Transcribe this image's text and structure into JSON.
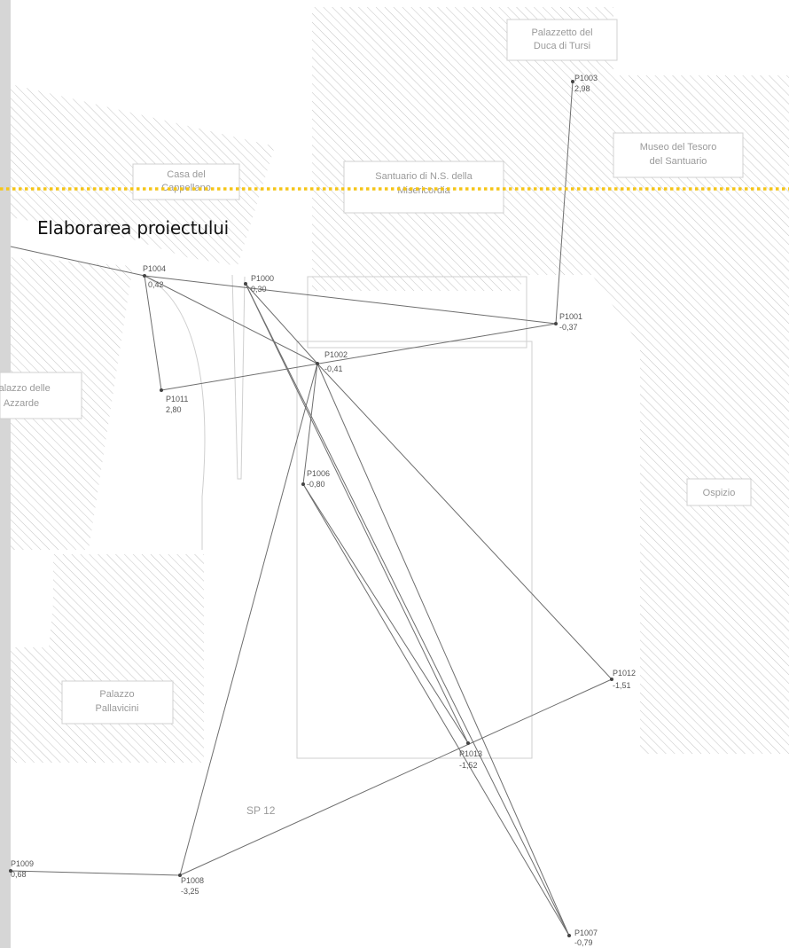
{
  "heading": "Elaborarea proiectului",
  "buildings": [
    {
      "id": "palazzetto",
      "line1": "Palazzetto del",
      "line2": "Duca di Tursi"
    },
    {
      "id": "museo",
      "line1": "Museo del Tesoro",
      "line2": "del Santuario"
    },
    {
      "id": "santuario",
      "line1": "Santuario di N.S. della",
      "line2": "Misericordia"
    },
    {
      "id": "casa",
      "line1": "Casa del",
      "line2": "Cappellano"
    },
    {
      "id": "palazzo-delle",
      "line1": "Palazzo delle",
      "line2": "Azzarde"
    },
    {
      "id": "ospizio",
      "line1": "Ospizio",
      "line2": ""
    },
    {
      "id": "pallavicini",
      "line1": "Palazzo",
      "line2": "Pallavicini"
    }
  ],
  "road_label": "SP 12",
  "points": [
    {
      "name": "P1003",
      "elev": "2,98"
    },
    {
      "name": "P1004",
      "elev": "0,42"
    },
    {
      "name": "P1000",
      "elev": "0,30"
    },
    {
      "name": "P1001",
      "elev": "-0,37"
    },
    {
      "name": "P1002",
      "elev": "-0,41"
    },
    {
      "name": "P1011",
      "elev": "2,80"
    },
    {
      "name": "P1006",
      "elev": "-0,80"
    },
    {
      "name": "P1012",
      "elev": "-1,51"
    },
    {
      "name": "P1013",
      "elev": "-1,52"
    },
    {
      "name": "P1009",
      "elev": "0,68"
    },
    {
      "name": "P1008",
      "elev": "-3,25"
    },
    {
      "name": "P1007",
      "elev": "-0,79"
    }
  ],
  "colors": {
    "hatch": "#bdbdbd",
    "line": "#6e6e6e",
    "divider": "#f5c518",
    "label": "#9a9a9a"
  }
}
